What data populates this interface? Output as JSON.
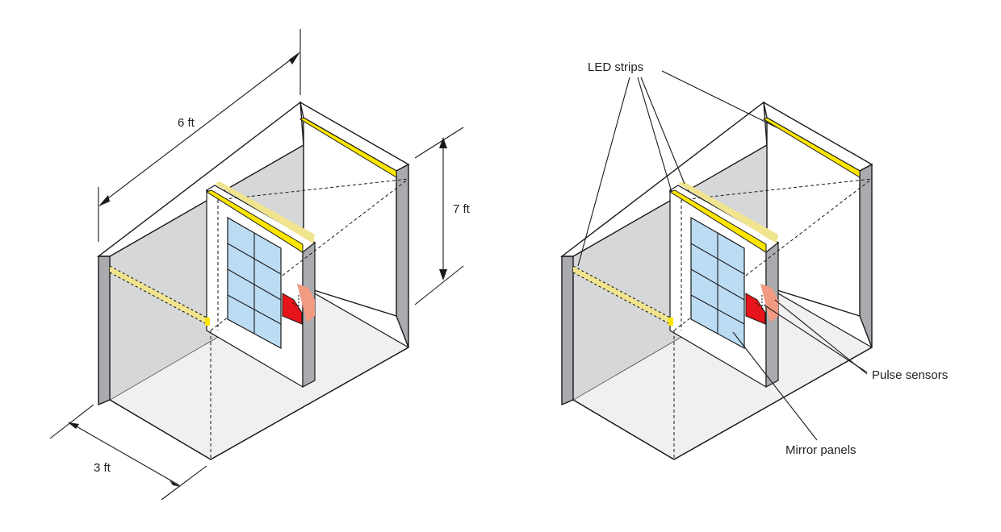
{
  "dimensions": {
    "width_label": "6 ft",
    "height_label": "7 ft",
    "depth_label": "3 ft"
  },
  "callouts": {
    "led_strips": "LED strips",
    "pulse_sensors": "Pulse sensors",
    "mirror_panels": "Mirror panels"
  },
  "colors": {
    "wall_gray": "#d6d7d9",
    "end_cap_gray": "#a9abae",
    "floor_gray": "#f0f0f1",
    "led_yellow": "#ffe600",
    "led_faded": "#f1e48f",
    "mirror_blue": "#bcdcf4",
    "sensor_red": "#e8141b",
    "sensor_faded": "#f39a83"
  }
}
